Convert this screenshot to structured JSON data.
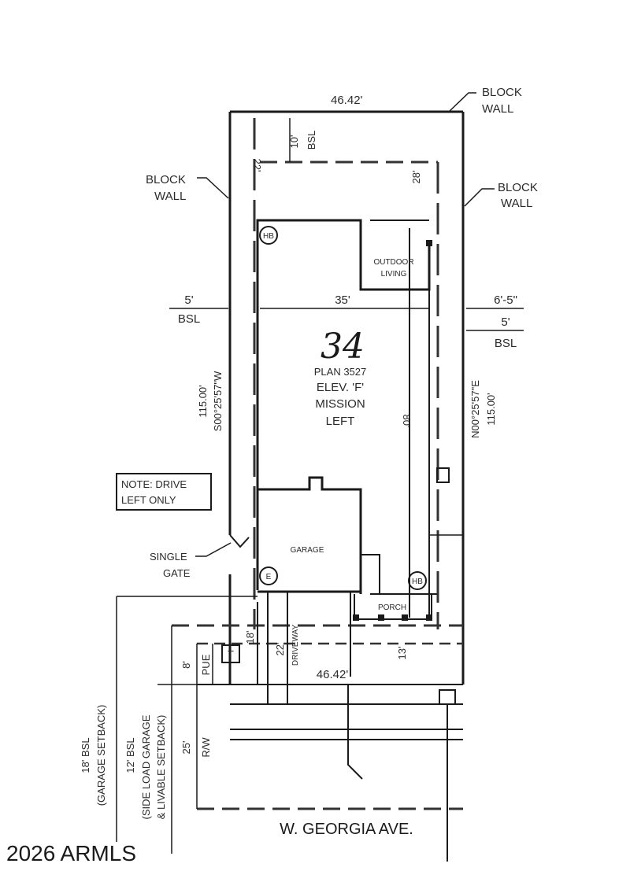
{
  "lot": {
    "number": "34",
    "plan": "PLAN 3527",
    "elevation": "ELEV. 'F'",
    "style": "MISSION",
    "orientation": "LEFT"
  },
  "dimensions": {
    "top_width": "46.42'",
    "bottom_width": "46.42'",
    "left_length": "115.00'",
    "left_bearing": "S00°25'57\"W",
    "right_length": "115.00'",
    "right_bearing": "N00°25'57\"E",
    "rear_setback": "10'",
    "rear_setback_label": "BSL",
    "rear_left": "22'",
    "rear_right": "28'",
    "house_width": "35'",
    "house_depth": "80'",
    "left_side_setback": "5'",
    "left_side_label": "BSL",
    "right_side_dim": "6'-5\"",
    "right_side_setback": "5'",
    "right_side_label": "BSL",
    "front_18": "18'",
    "front_22": "22'",
    "front_13": "13'",
    "pue_dim": "8'",
    "pue_label": "PUE",
    "rw_dim": "25'",
    "rw_label": "R/W"
  },
  "labels": {
    "block_wall_rear": [
      "BLOCK",
      "WALL"
    ],
    "block_wall_left": [
      "BLOCK",
      "WALL"
    ],
    "block_wall_right": [
      "BLOCK",
      "WALL"
    ],
    "outdoor_living": [
      "OUTDOOR",
      "LIVING"
    ],
    "garage": "GARAGE",
    "porch": "PORCH",
    "driveway": "DRIVEWAY",
    "single_gate": [
      "SINGLE",
      "GATE"
    ],
    "note": [
      "NOTE: DRIVE",
      "LEFT ONLY"
    ],
    "transformer": "T",
    "hb_symbol": "HB",
    "electric_symbol": "E",
    "setback_18": [
      "18' BSL",
      "(GARAGE SETBACK)"
    ],
    "setback_12": [
      "12' BSL",
      "(SIDE LOAD GARAGE",
      "& LIVABLE SETBACK)"
    ],
    "street": "W. GEORGIA AVE.",
    "watermark": "2026 ARMLS"
  }
}
